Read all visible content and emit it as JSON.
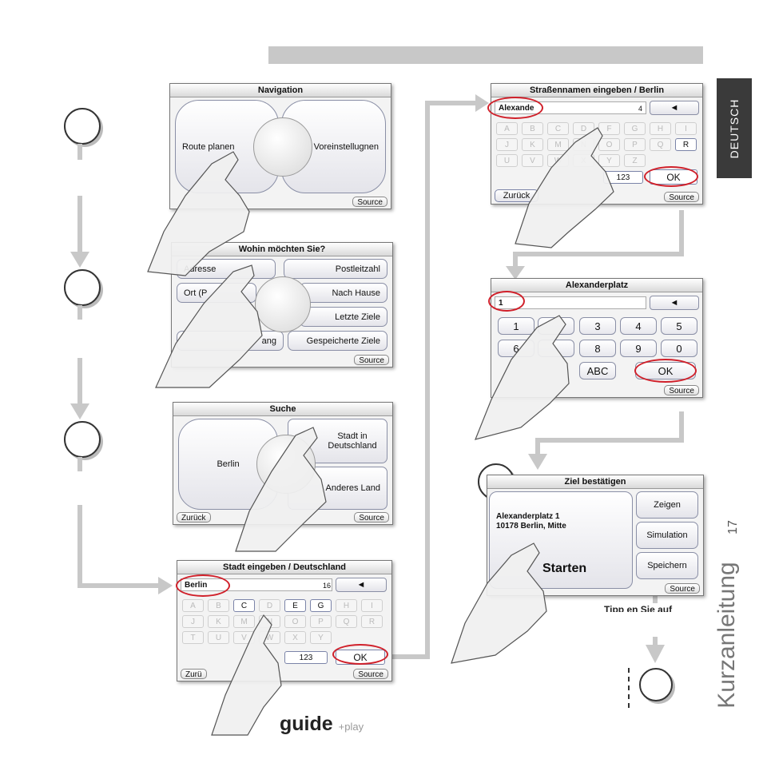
{
  "side": {
    "language": "DEUTSCH",
    "page_number": "17",
    "title": "Kurzanleitung"
  },
  "logo": {
    "main": "guide",
    "suffix": "+play"
  },
  "screen1": {
    "title": "Navigation",
    "left": "Route planen",
    "right": "Voreinstellugnen",
    "source": "Source"
  },
  "screen2": {
    "title": "Wohin möchten Sie?",
    "adresse": "Adresse",
    "ort": "Ort (P",
    "postleitzahl": "Postleitzahl",
    "nach_hause": "Nach Hause",
    "letzte_ziele": "Letzte Ziele",
    "gang": "ang",
    "gespeicherte": "Gespeicherte Ziele",
    "source": "Source"
  },
  "screen3": {
    "title": "Suche",
    "left": "Berlin",
    "right_top": "Stadt in Deutschland",
    "right_bottom": "Anderes Land",
    "back": "Zurück",
    "source": "Source"
  },
  "screen4": {
    "title": "Stadt eingeben / Deutschland",
    "input": "Berlin",
    "count": "16",
    "backspace": "◄",
    "num": "123",
    "ok": "OK",
    "back": "Zurü",
    "source": "Source",
    "keys": [
      "A",
      "B",
      "C",
      "D",
      "E",
      "G",
      "H",
      "I",
      "J",
      "K",
      "M",
      "N",
      "O",
      "P",
      "Q",
      "R",
      "T",
      "U",
      "V",
      "W",
      "X",
      "Y"
    ]
  },
  "screen5": {
    "title": "Straßennamen eingeben / Berlin",
    "input": "Alexande",
    "count": "4",
    "backspace": "◄",
    "num": "123",
    "ok": "OK",
    "back": "Zurück",
    "source": "Source",
    "keys": [
      "A",
      "B",
      "C",
      "D",
      "F",
      "G",
      "H",
      "I",
      "J",
      "K",
      "M",
      "N",
      "O",
      "P",
      "Q",
      "R",
      "U",
      "V",
      "W",
      "X",
      "Y",
      "Z"
    ]
  },
  "screen6": {
    "title": "Alexanderplatz",
    "input": "1",
    "backspace": "◄",
    "keys": [
      "1",
      "3",
      "4",
      "5",
      "6",
      "8",
      "9",
      "0"
    ],
    "abc": "ABC",
    "ok": "OK",
    "source": "Source"
  },
  "screen7": {
    "title": "Ziel bestätigen",
    "address_line1": "Alexanderplatz 1",
    "address_line2": "10178 Berlin, Mitte",
    "start": "Starten",
    "zeigen": "Zeigen",
    "simulation": "Simulation",
    "speichern": "Speichern",
    "source": "Source"
  },
  "caption": "Tipp en Sie auf"
}
